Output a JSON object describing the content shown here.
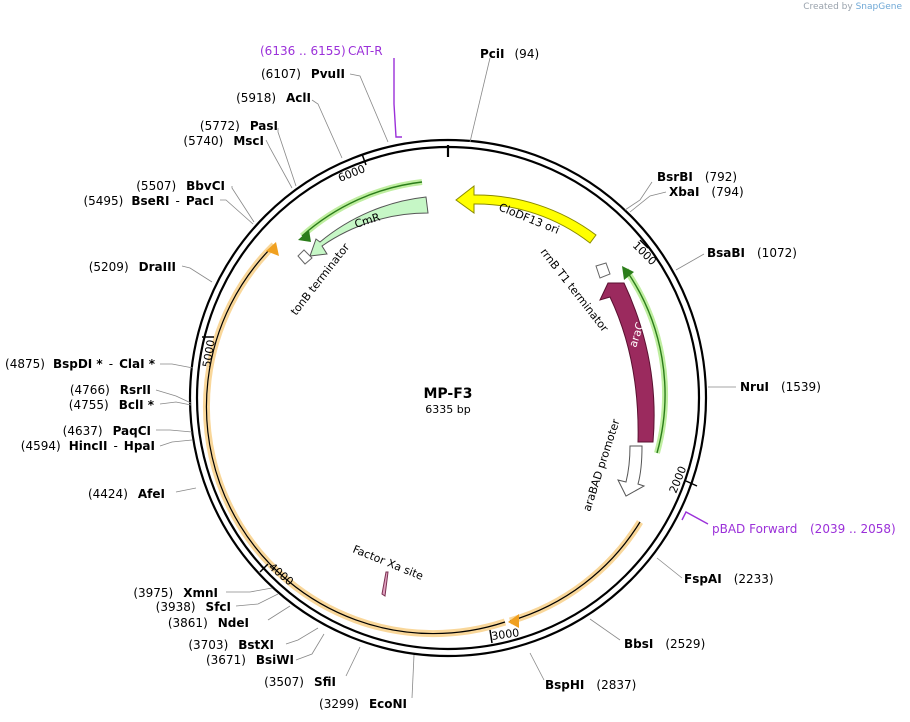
{
  "credit": {
    "prefix": "Created by",
    "brand": "SnapGene"
  },
  "plasmid": {
    "name": "MP-F3",
    "size": "6335 bp"
  },
  "ticks": [
    {
      "label": "1000"
    },
    {
      "label": "2000"
    },
    {
      "label": "3000"
    },
    {
      "label": "4000"
    },
    {
      "label": "5000"
    },
    {
      "label": "6000"
    }
  ],
  "features": [
    {
      "label": "CloDF13 ori",
      "color": "#ffff00"
    },
    {
      "label": "CmR",
      "color": "#c6f7c6"
    },
    {
      "label": "araC",
      "color": "#9b2a5e"
    },
    {
      "label": "rrnB T1 terminator",
      "color": "#ffffff"
    },
    {
      "label": "araBAD promoter",
      "color": "#ffffff"
    },
    {
      "label": "tonB terminator",
      "color": "#ffffff"
    },
    {
      "label": "Factor Xa site",
      "color": "#e0a0c0"
    }
  ],
  "primers": [
    {
      "name": "CAT-R",
      "range": "(6136 .. 6155)",
      "color": "#9b30d9"
    },
    {
      "name": "pBAD Forward",
      "range": "(2039 .. 2058)",
      "color": "#9b30d9"
    }
  ],
  "sites": [
    {
      "name": "PciI",
      "pos": "(94)"
    },
    {
      "name": "BsrBI",
      "pos": "(792)"
    },
    {
      "name": "XbaI",
      "pos": "(794)"
    },
    {
      "name": "BsaBI",
      "pos": "(1072)"
    },
    {
      "name": "NruI",
      "pos": "(1539)"
    },
    {
      "name": "FspAI",
      "pos": "(2233)"
    },
    {
      "name": "BbsI",
      "pos": "(2529)"
    },
    {
      "name": "BspHI",
      "pos": "(2837)"
    },
    {
      "name": "EcoNI",
      "pos": "(3299)"
    },
    {
      "name": "SfiI",
      "pos": "(3507)"
    },
    {
      "name": "BsiWI",
      "pos": "(3671)"
    },
    {
      "name": "BstXI",
      "pos": "(3703)"
    },
    {
      "name": "NdeI",
      "pos": "(3861)"
    },
    {
      "name": "SfcI",
      "pos": "(3938)"
    },
    {
      "name": "XmnI",
      "pos": "(3975)"
    },
    {
      "name": "AfeI",
      "pos": "(4424)"
    },
    {
      "name": "HincII",
      "name2": "HpaI",
      "pos": "(4594)"
    },
    {
      "name": "PaqCI",
      "pos": "(4637)"
    },
    {
      "name": "BclI *",
      "pos": "(4755)"
    },
    {
      "name": "RsrII",
      "pos": "(4766)"
    },
    {
      "name": "BspDI *",
      "name2": "ClaI *",
      "pos": "(4875)"
    },
    {
      "name": "DraIII",
      "pos": "(5209)"
    },
    {
      "name": "BseRI",
      "name2": "PacI",
      "pos": "(5495)"
    },
    {
      "name": "BbvCI",
      "pos": "(5507)"
    },
    {
      "name": "MscI",
      "pos": "(5740)"
    },
    {
      "name": "PasI",
      "pos": "(5772)"
    },
    {
      "name": "AclI",
      "pos": "(5918)"
    },
    {
      "name": "PvuII",
      "pos": "(6107)"
    }
  ]
}
